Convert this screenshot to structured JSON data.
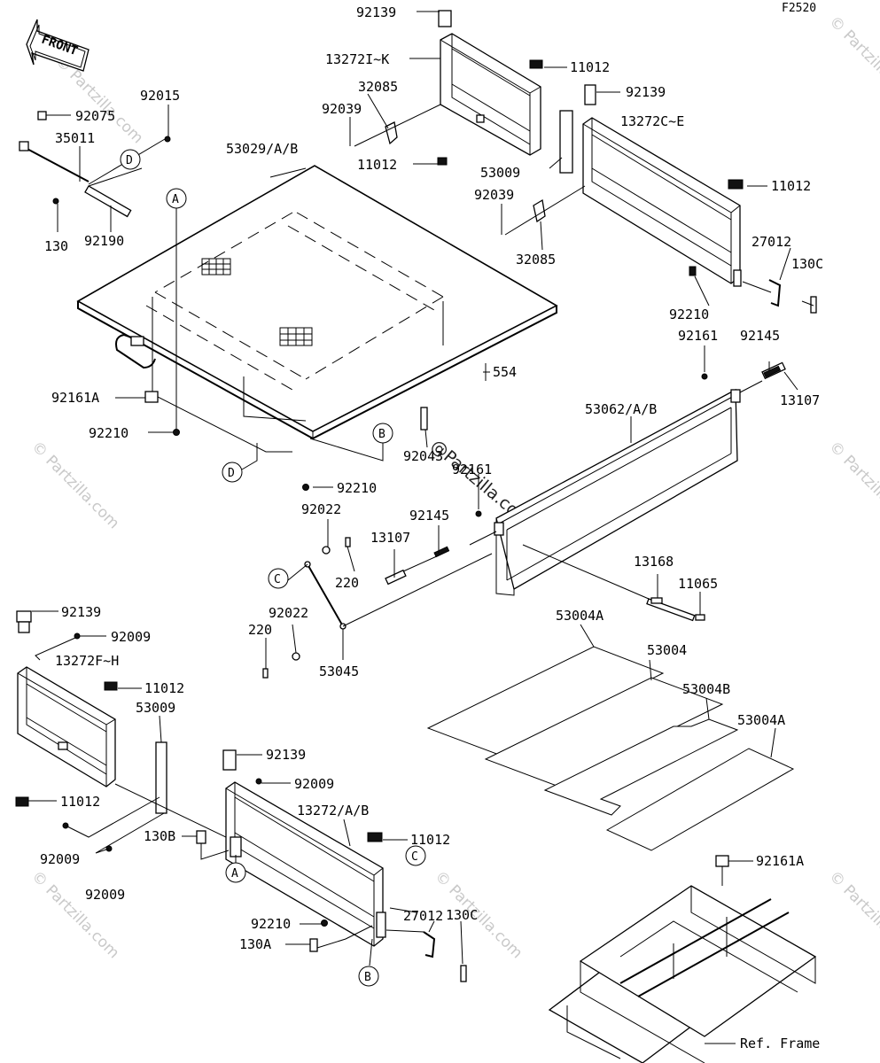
{
  "figure_code": "F2520",
  "front_label": "FRONT",
  "watermark": "© Partzilla.com",
  "center_watermark": "@Partzilla.com",
  "callouts": [
    "A",
    "B",
    "C",
    "D"
  ],
  "labels": {
    "l92139_top": "92139",
    "l13272IK": "13272I~K",
    "l11012_a": "11012",
    "l32085_a": "32085",
    "l92039_a": "92039",
    "l11012_b": "11012",
    "l92139_b": "92139",
    "l13272CE": "13272C~E",
    "l53009_a": "53009",
    "l11012_c": "11012",
    "l92039_b": "92039",
    "l32085_b": "32085",
    "l27012_a": "27012",
    "l130C_a": "130C",
    "l92210_a": "92210",
    "l92015": "92015",
    "l92075": "92075",
    "l35011": "35011",
    "l130": "130",
    "l92190": "92190",
    "l53029": "53029/A/B",
    "l92161A_a": "92161A",
    "l92210_b": "92210",
    "l554": "554",
    "l92161_a": "92161",
    "l92145_a": "92145",
    "l13107_a": "13107",
    "l53062": "53062/A/B",
    "l92043": "92043",
    "l92161_b": "92161",
    "l92210_c": "92210",
    "l92022_a": "92022",
    "l92145_b": "92145",
    "l13107_b": "13107",
    "l220_a": "220",
    "l13168": "13168",
    "l11065": "11065",
    "l92022_b": "92022",
    "l220_b": "220",
    "l53045": "53045",
    "l53004A_a": "53004A",
    "l53004": "53004",
    "l53004B": "53004B",
    "l53004A_b": "53004A",
    "l92139_c": "92139",
    "l92009_a": "92009",
    "l13272FH": "13272F~H",
    "l11012_d": "11012",
    "l53009_b": "53009",
    "l11012_e": "11012",
    "l92139_d": "92139",
    "l92009_b": "92009",
    "l13272AB": "13272/A/B",
    "l11012_f": "11012",
    "l92009_c": "92009",
    "l130B": "130B",
    "l92009_d": "92009",
    "l92210_d": "92210",
    "l130A": "130A",
    "l27012_b": "27012",
    "l130C_b": "130C",
    "l92161A_b": "92161A",
    "ref_frame": "Ref. Frame"
  }
}
